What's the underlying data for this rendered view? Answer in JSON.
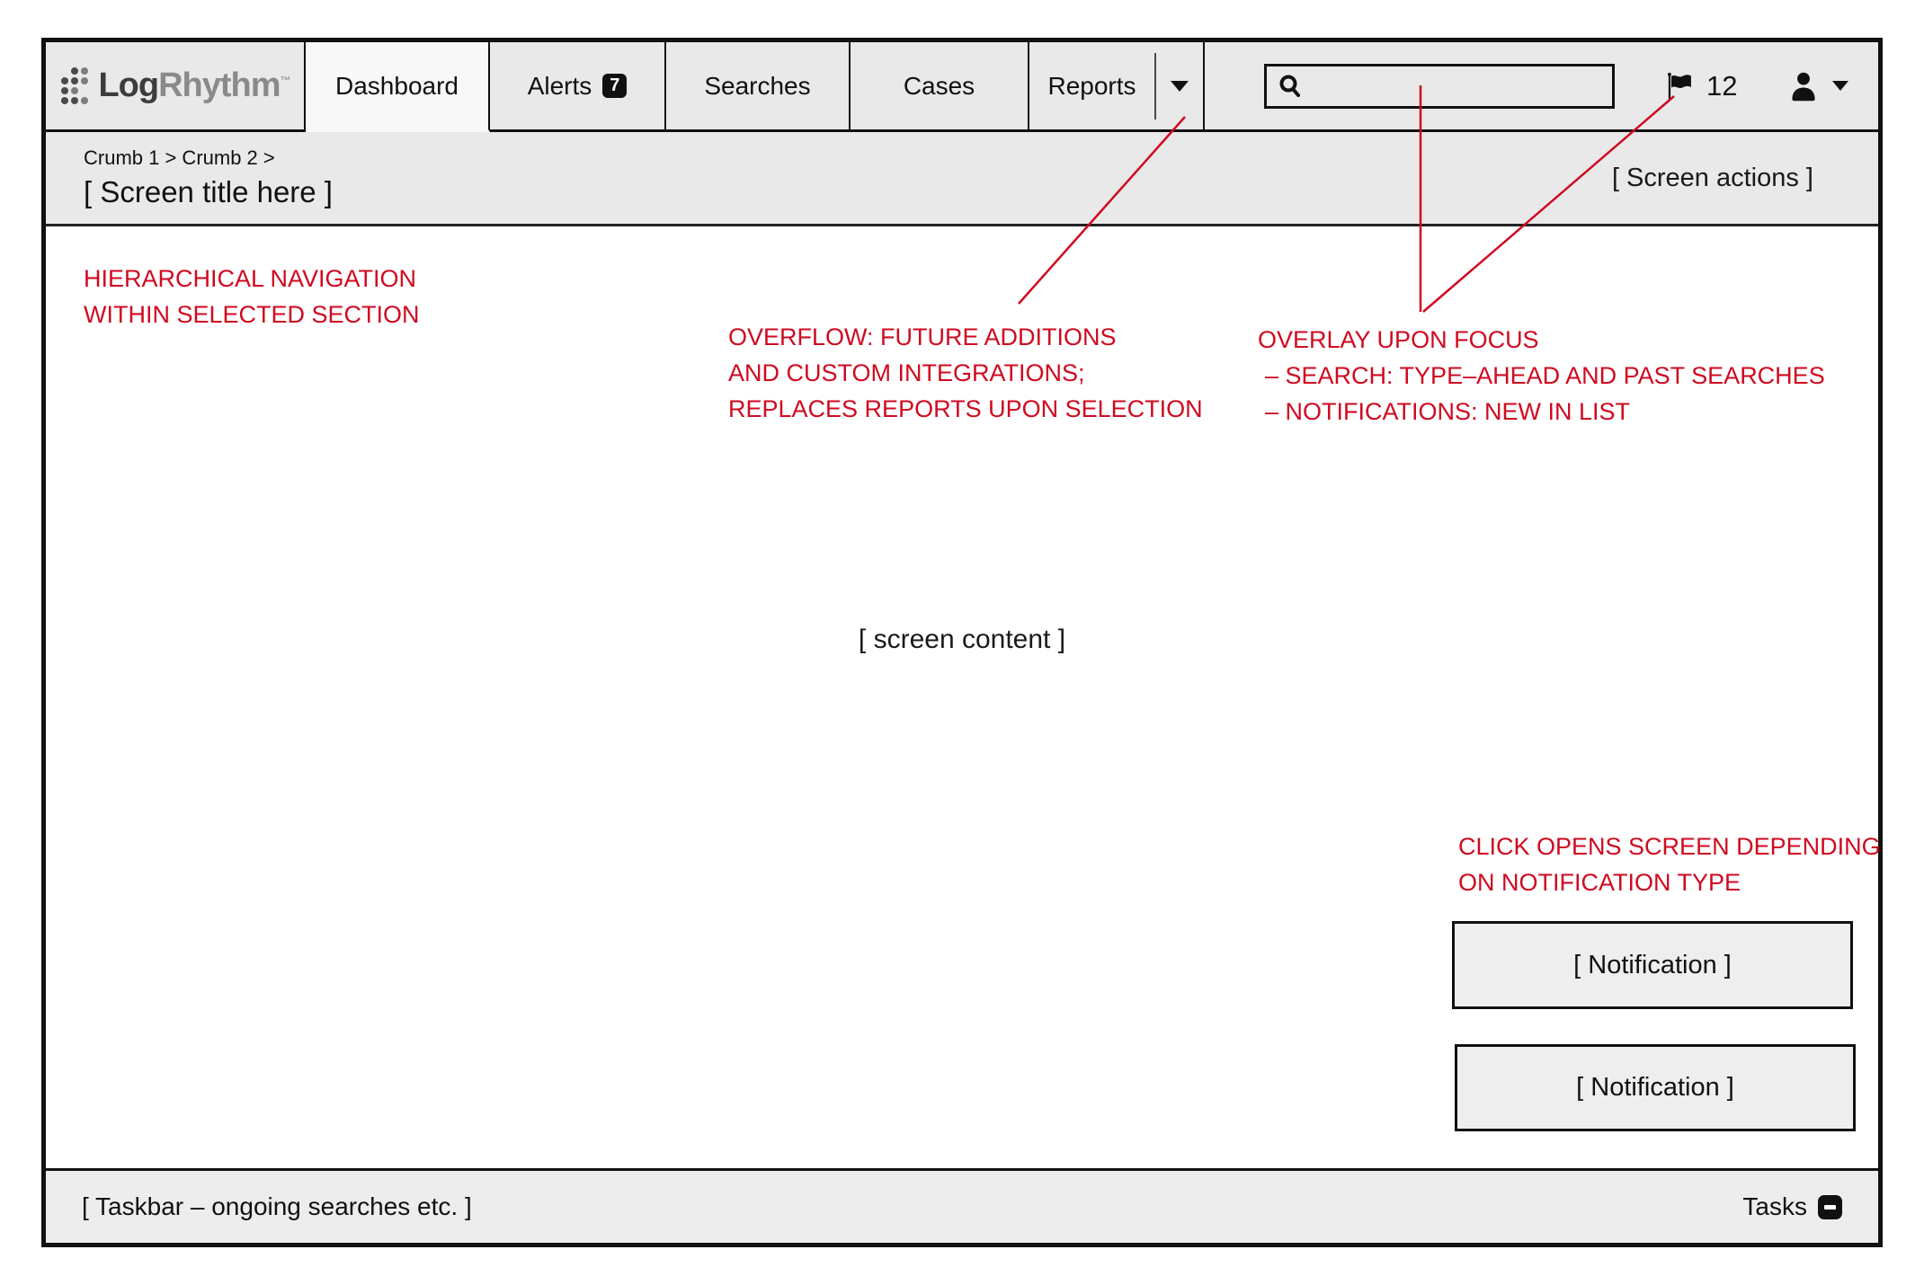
{
  "brand": {
    "name_dark": "Log",
    "name_light": "Rhythm",
    "trademark": "™"
  },
  "nav": {
    "tabs": [
      {
        "label": "Dashboard",
        "selected": true
      },
      {
        "label": "Alerts",
        "badge": "7"
      },
      {
        "label": "Searches"
      },
      {
        "label": "Cases"
      },
      {
        "label": "Reports",
        "overflow_icon": "caret-down"
      }
    ],
    "search": {
      "placeholder": "",
      "value": "",
      "icon": "search"
    },
    "notifications": {
      "icon": "flag",
      "count": "12"
    },
    "user_menu": {
      "icon": "user",
      "caret": "caret-down"
    }
  },
  "header": {
    "breadcrumb": "Crumb 1 > Crumb 2 >",
    "title": "[ Screen title here ]",
    "actions": "[ Screen actions ]"
  },
  "content": {
    "placeholder": "[ screen content ]"
  },
  "annotations": {
    "color": "#cf0a20",
    "hierarchical": [
      "HIERARCHICAL NAVIGATION",
      "WITHIN SELECTED SECTION"
    ],
    "overflow": [
      "OVERFLOW: FUTURE ADDITIONS",
      "AND CUSTOM INTEGRATIONS;",
      "REPLACES REPORTS UPON SELECTION"
    ],
    "overlay": [
      "OVERLAY UPON FOCUS",
      "– SEARCH: TYPE–AHEAD AND PAST SEARCHES",
      "– NOTIFICATIONS: NEW IN LIST"
    ],
    "notification_click": [
      "CLICK OPENS SCREEN DEPENDING",
      "ON NOTIFICATION TYPE"
    ]
  },
  "notifications_panel": [
    {
      "label": "[ Notification ]"
    },
    {
      "label": "[ Notification ]"
    }
  ],
  "taskbar": {
    "label": "[ Taskbar – ongoing searches etc. ]",
    "tasks_label": "Tasks",
    "tasks_icon": "collapse-tray"
  }
}
